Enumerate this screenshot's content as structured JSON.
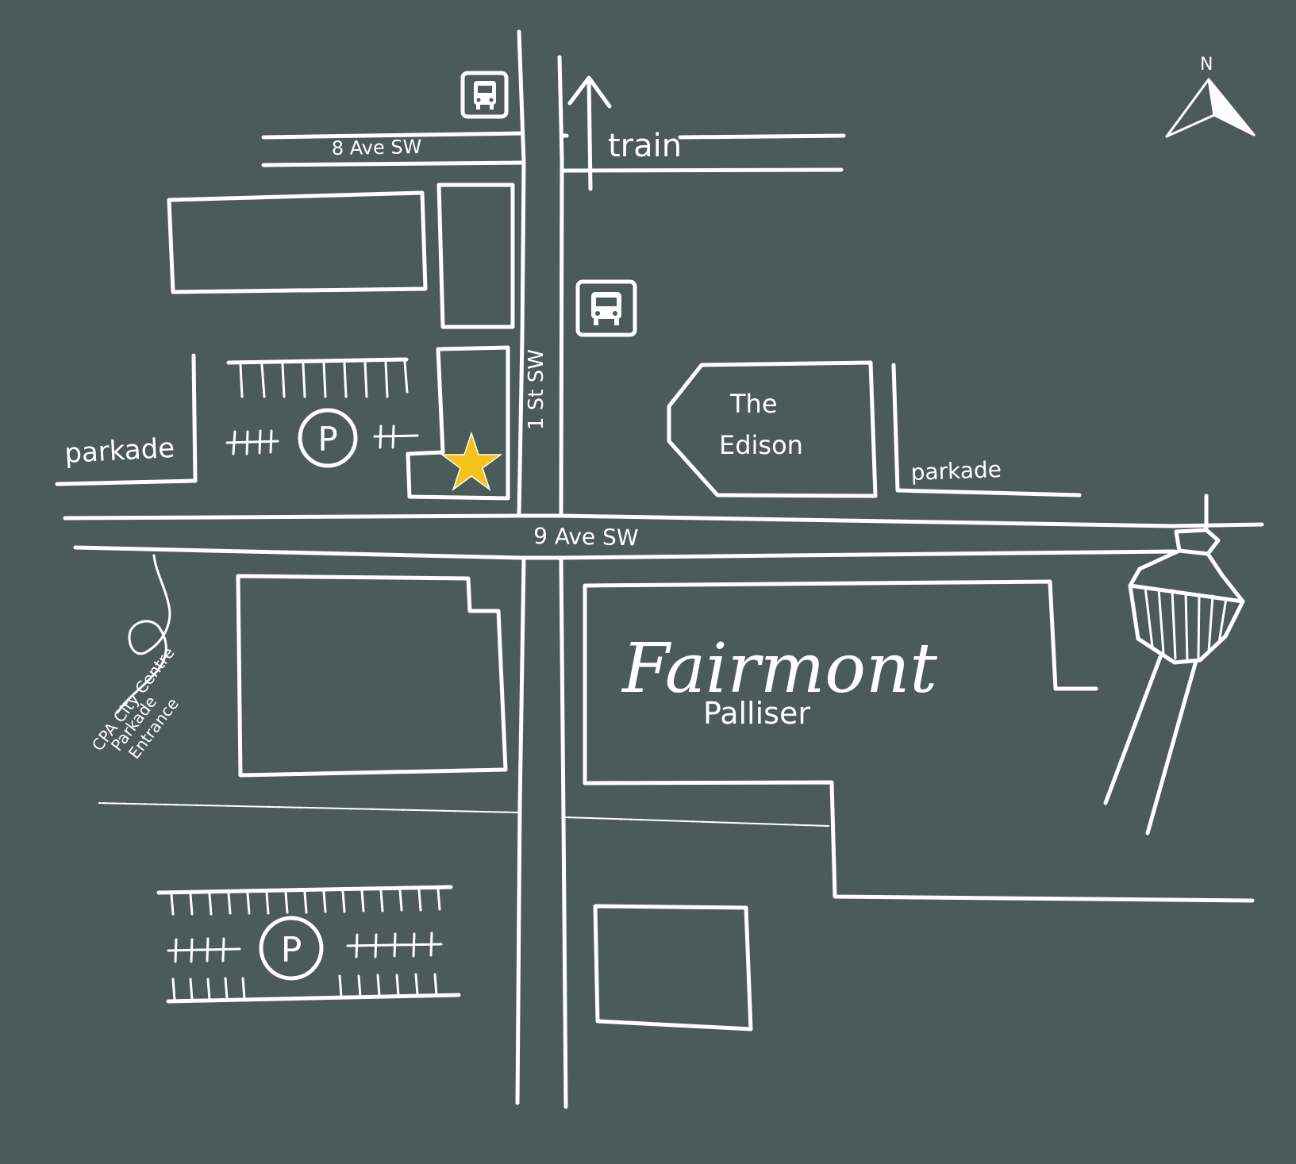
{
  "map": {
    "background": "#4a5b5a",
    "line_color": "#ffffff",
    "marker_color": "#f5c21a",
    "north_label": "N",
    "streets": {
      "avenue_8": "8 Ave SW",
      "avenue_9": "9 Ave SW",
      "street_1": "1 St SW"
    },
    "transit": {
      "train_label": "train",
      "bus_stops": [
        "bus-stop-icon",
        "bus-stop-icon"
      ]
    },
    "labels": {
      "parkade_west": "parkade",
      "parkade_east": "parkade",
      "edison_line1": "The",
      "edison_line2": "Edison",
      "fairmont": "Fairmont",
      "palliser": "Palliser",
      "cpa_line1": "CPA City Centre",
      "cpa_line2": "Parkade",
      "cpa_line3": "Entrance"
    },
    "parking_symbol": "P",
    "icons": [
      "compass-icon",
      "star-marker-icon",
      "calgary-tower-icon",
      "parking-icon"
    ]
  }
}
